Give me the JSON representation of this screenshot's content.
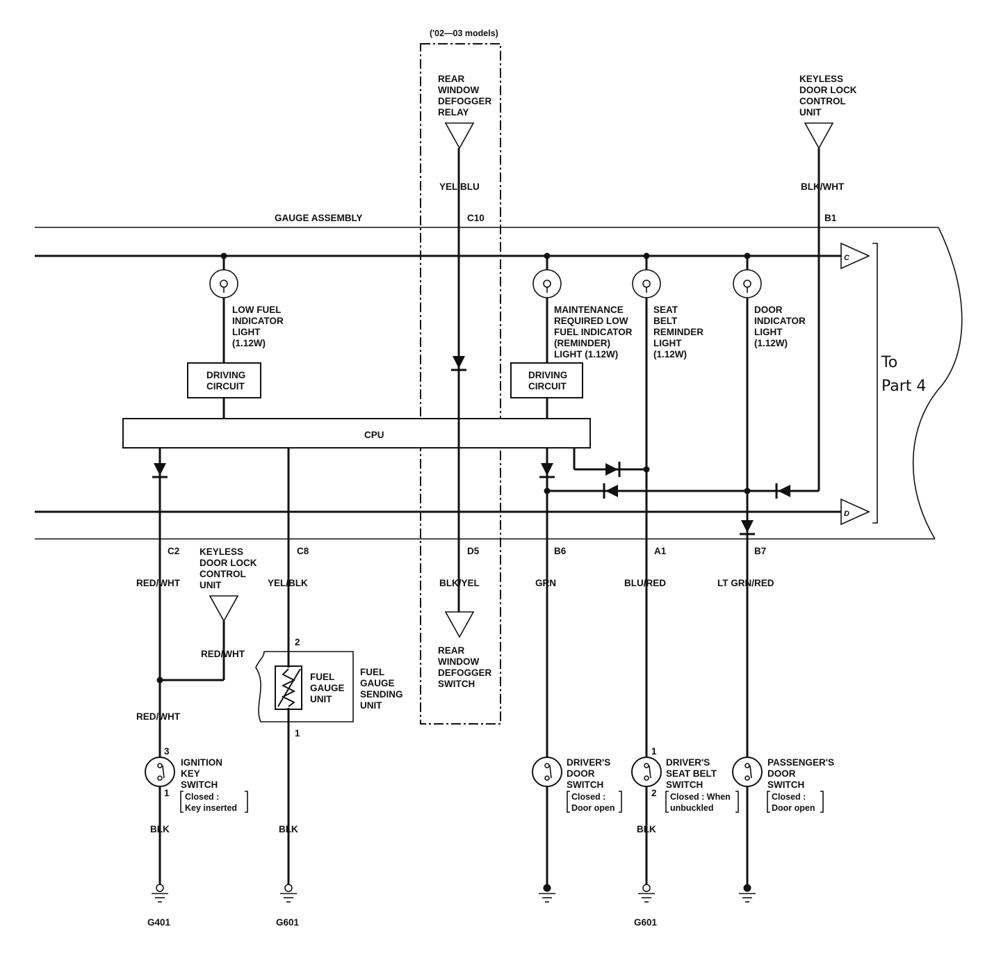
{
  "models_note": "('02—03 models)",
  "gauge_assembly": "GAUGE ASSEMBLY",
  "cpu": "CPU",
  "to_part": [
    "To",
    "Part 4"
  ],
  "arrow_c": "C",
  "arrow_d": "D",
  "driving_circuit": [
    "DRIVING",
    "CIRCUIT"
  ],
  "defogger_relay": [
    "REAR",
    "WINDOW",
    "DEFOGGER",
    "RELAY"
  ],
  "defogger_switch": [
    "REAR",
    "WINDOW",
    "DEFOGGER",
    "SWITCH"
  ],
  "keyless_top": [
    "KEYLESS",
    "DOOR LOCK",
    "CONTROL",
    "UNIT"
  ],
  "keyless_left": [
    "KEYLESS",
    "DOOR LOCK",
    "CONTROL",
    "UNIT"
  ],
  "low_fuel_light": [
    "LOW FUEL",
    "INDICATOR",
    "LIGHT",
    "(1.12W)"
  ],
  "maint_light": [
    "MAINTENANCE",
    "REQUIRED LOW",
    "FUEL INDICATOR",
    "(REMINDER)",
    "LIGHT (1.12W)"
  ],
  "seat_belt_light": [
    "SEAT",
    "BELT",
    "REMINDER",
    "LIGHT",
    "(1.12W)"
  ],
  "door_light": [
    "DOOR",
    "INDICATOR",
    "LIGHT",
    "(1.12W)"
  ],
  "fuel_sending": [
    "FUEL",
    "GAUGE",
    "SENDING",
    "UNIT"
  ],
  "fuel_gauge_unit": [
    "FUEL",
    "GAUGE",
    "UNIT"
  ],
  "ignition": [
    "IGNITION",
    "KEY",
    "SWITCH"
  ],
  "ignition_note": [
    "Closed :",
    "Key inserted"
  ],
  "driver_door": [
    "DRIVER'S",
    "DOOR",
    "SWITCH"
  ],
  "driver_door_note": [
    "Closed :",
    "Door open"
  ],
  "seat_belt_sw": [
    "DRIVER'S",
    "SEAT BELT",
    "SWITCH"
  ],
  "seat_belt_note": [
    "Closed : When",
    "unbuckled"
  ],
  "pass_door": [
    "PASSENGER'S",
    "DOOR",
    "SWITCH"
  ],
  "pass_door_note": [
    "Closed :",
    "Door open"
  ],
  "connectors": {
    "c10": "C10",
    "b1": "B1",
    "c2": "C2",
    "c8": "C8",
    "d5": "D5",
    "b6": "B6",
    "a1": "A1",
    "b7": "B7"
  },
  "wires": {
    "yel_blu": "YEL/BLU",
    "blk_wht": "BLK/WHT",
    "red_wht": "RED/WHT",
    "red_wht_2": "RED/WHT",
    "red_wht_3": "RED/WHT",
    "yel_blk": "YEL/BLK",
    "blk_yel": "BLK/YEL",
    "grn": "GRN",
    "blu_red": "BLU/RED",
    "lt_grn_red": "LT GRN/RED",
    "blk_1": "BLK",
    "blk_2": "BLK",
    "blk_3": "BLK"
  },
  "pins": {
    "fuel_top": "2",
    "fuel_bottom": "1",
    "ign_top": "3",
    "ign_bottom": "1",
    "belt_top": "1",
    "belt_bottom": "2"
  },
  "grounds": {
    "g401": "G401",
    "g601_a": "G601",
    "g601_b": "G601"
  }
}
